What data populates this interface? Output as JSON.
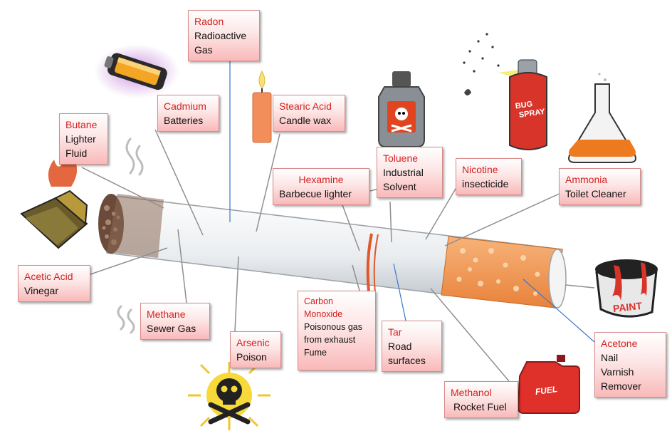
{
  "colors": {
    "name_text": "#d42020",
    "label_top": "#ffffff",
    "label_bottom": "#f9b9b9",
    "label_border": "#d98a8a",
    "leader_gray": "#8f8f8f",
    "leader_blue": "#3a78c9",
    "filter_orange": "#f39a4e"
  },
  "icons": [
    "battery-icon",
    "candle-icon",
    "poison-bottle-icon",
    "bug-spray-icon",
    "flask-icon",
    "lighter-icon",
    "paint-can-icon",
    "fuel-can-icon",
    "skull-icon",
    "smoke-icon"
  ],
  "labels": {
    "radon": {
      "name": "Radon",
      "desc": "Radioactive\nGas"
    },
    "cadmium": {
      "name": "Cadmium",
      "desc": "Batteries"
    },
    "stearic": {
      "name": "Stearic Acid",
      "desc": "Candle wax"
    },
    "butane": {
      "name": "Butane",
      "desc": "Lighter\nFluid"
    },
    "toluene": {
      "name": "Toluene",
      "desc": "Industrial\nSolvent"
    },
    "hexamine": {
      "name": "Hexamine",
      "desc": "Barbecue lighter"
    },
    "nicotine": {
      "name": "Nicotine",
      "desc": "insecticide"
    },
    "ammonia": {
      "name": "Ammonia",
      "desc": "Toilet Cleaner"
    },
    "acetic": {
      "name": "Acetic Acid",
      "desc": "Vinegar"
    },
    "methane": {
      "name": "Methane",
      "desc": "Sewer Gas"
    },
    "arsenic": {
      "name": "Arsenic",
      "desc": "Poison"
    },
    "carbon": {
      "name": "Carbon\nMonoxide",
      "desc": "Poisonous gas\nfrom exhaust\nFume"
    },
    "tar": {
      "name": "Tar",
      "desc": "Road\nsurfaces"
    },
    "acetone": {
      "name": "Acetone",
      "desc": "Nail\nVarnish\nRemover"
    },
    "methanol": {
      "name": "Methanol",
      "desc": "Rocket Fuel"
    }
  },
  "art_text": {
    "bug_spray": "BUG\nSPRAY",
    "paint": "PAINT",
    "fuel": "FUEL"
  }
}
